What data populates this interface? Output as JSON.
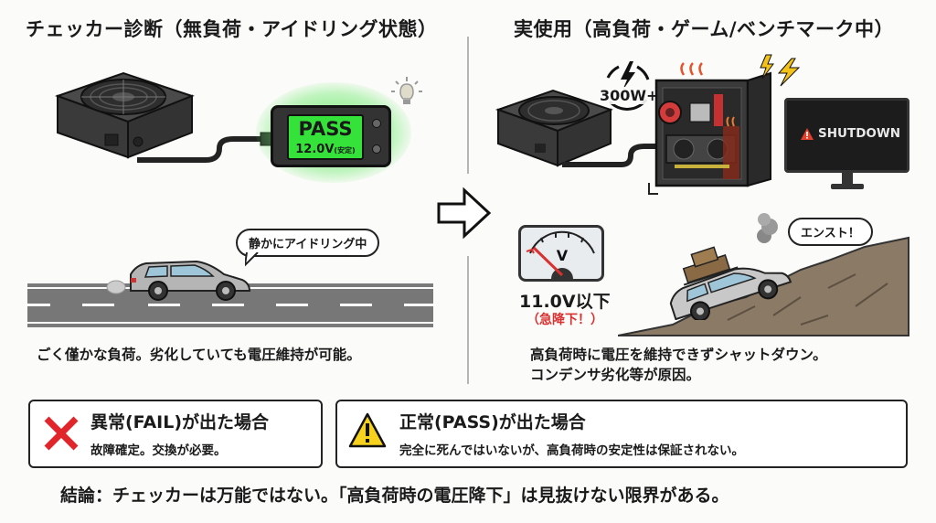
{
  "left": {
    "title": "チェッカー診断（無負荷・アイドリング状態）",
    "checker": {
      "status": "PASS",
      "voltage": "12.0V",
      "voltage_note": "(安定)",
      "screen_color": "#35e23a"
    },
    "speech_bubble": "静かにアイドリング中",
    "caption": "ごく僅かな負荷。劣化していても電圧維持が可能。"
  },
  "right": {
    "title": "実使用（高負荷・ゲーム/ベンチマーク中）",
    "power_label": "300W+",
    "monitor_message": "SHUTDOWN",
    "gauge": {
      "unit": "V",
      "reading": "11.0V以下",
      "note": "（急降下！）",
      "alert_color": "#d93030"
    },
    "speech_bubble": "エンスト！",
    "caption_lines": [
      "高負荷時に電圧を維持できずシャットダウン。",
      "コンデンサ劣化等が原因。"
    ]
  },
  "summary_boxes": [
    {
      "icon": "cross-icon",
      "title": "異常(FAIL)が出た場合",
      "description": "故障確定。交換が必要。",
      "icon_color": "#e0262b"
    },
    {
      "icon": "warning-icon",
      "title": "正常(PASS)が出た場合",
      "description": "完全に死んではいないが、高負荷時の安定性は保証されない。",
      "icon_color": "#f6d21f"
    }
  ],
  "conclusion": "結論：チェッカーは万能ではない。「高負荷時の電圧降下」は見抜けない限界がある。"
}
